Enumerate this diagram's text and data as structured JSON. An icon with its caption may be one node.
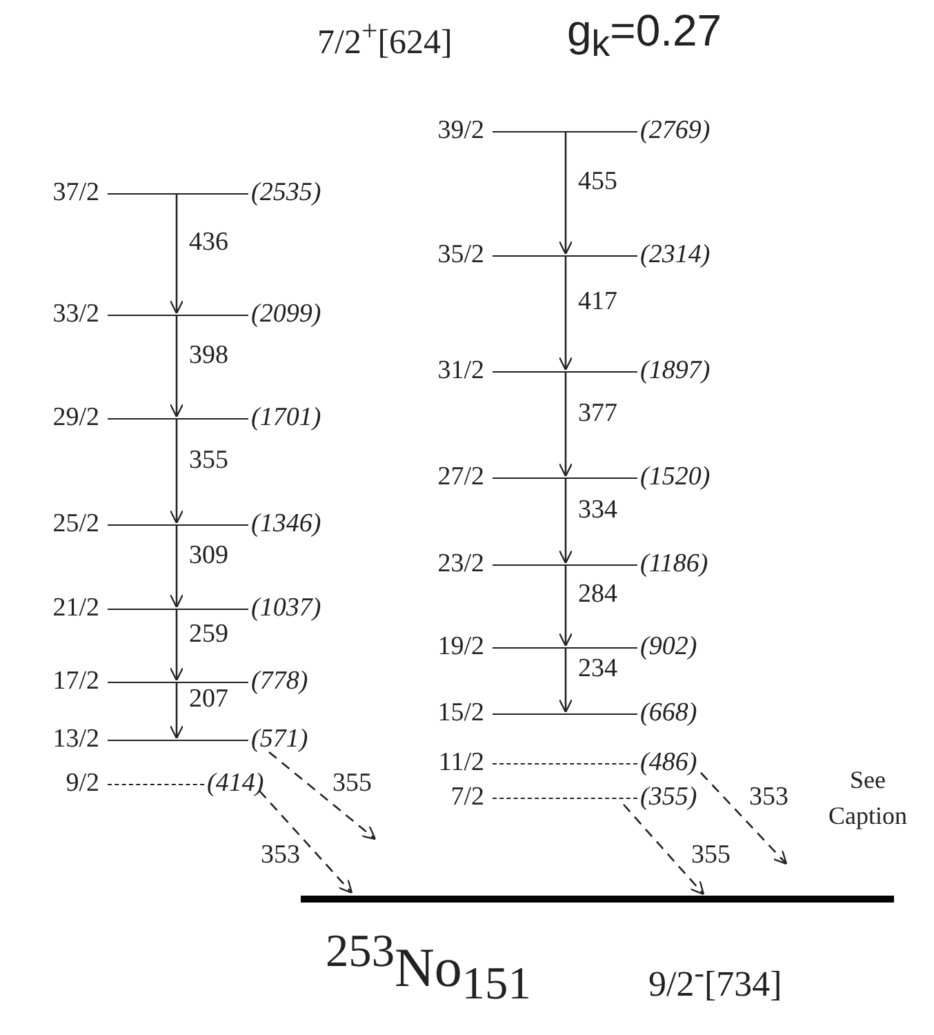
{
  "diagram": {
    "nodes": [
      {
        "text": [
          "37/2",
          "(2535)"
        ]
      },
      {
        "text": [
          "33/2",
          "(2099)"
        ]
      },
      {
        "text": [
          "29/2",
          "(1701)"
        ]
      },
      {
        "text": [
          "25/2",
          "(1346)"
        ]
      },
      {
        "text": [
          "21/2",
          "(1037)"
        ]
      },
      {
        "text": [
          "17/2",
          "(778)"
        ]
      },
      {
        "text": [
          "13/2",
          "(571)"
        ]
      },
      {
        "text": [
          "9/2",
          "(414)"
        ]
      },
      {
        "text": [
          "39/2",
          "(2769)"
        ]
      },
      {
        "text": [
          "35/2",
          "(2314)"
        ]
      },
      {
        "text": [
          "31/2",
          "(1897)"
        ]
      },
      {
        "text": [
          "27/2",
          "(1520)"
        ]
      },
      {
        "text": [
          "23/2",
          "(1186)"
        ]
      },
      {
        "text": [
          "19/2",
          "(902)"
        ]
      },
      {
        "text": [
          "15/2",
          "(668)"
        ]
      },
      {
        "text": [
          "11/2",
          "(486)"
        ]
      },
      {
        "text": [
          "7/2",
          "(355)"
        ]
      },
      {
        "text": [
          "$^{253}$No$_{151}$",
          "9/2$^{-}$[734]"
        ]
      }
    ],
    "edges": [
      {
        "from": 0,
        "to": 1,
        "arrow": "to",
        "label": "436"
      },
      {
        "from": 1,
        "to": 2,
        "arrow": "to",
        "label": "398"
      },
      {
        "from": 2,
        "to": 3,
        "arrow": "to",
        "label": "355"
      },
      {
        "from": 3,
        "to": 4,
        "arrow": "to",
        "label": "309"
      },
      {
        "from": 4,
        "to": 5,
        "arrow": "to",
        "label": "259"
      },
      {
        "from": 5,
        "to": 6,
        "arrow": "to",
        "label": "207"
      },
      {
        "from": 8,
        "to": 9,
        "arrow": "to",
        "label": "455"
      },
      {
        "from": 9,
        "to": 10,
        "arrow": "to",
        "label": "417"
      },
      {
        "from": 10,
        "to": 11,
        "arrow": "to",
        "label": "377"
      },
      {
        "from": 11,
        "to": 12,
        "arrow": "to",
        "label": "334"
      },
      {
        "from": 12,
        "to": 13,
        "arrow": "to",
        "label": "284"
      },
      {
        "from": 13,
        "to": 14,
        "arrow": "to",
        "label": "234"
      },
      {
        "from": 6,
        "to": null,
        "arrow": "to",
        "label": "355",
        "style": "dashed"
      },
      {
        "from": 7,
        "to": 17,
        "arrow": "to",
        "label": "353",
        "style": "dashed"
      },
      {
        "from": 16,
        "to": 17,
        "arrow": "to",
        "label": "355",
        "style": "dashed"
      },
      {
        "from": 15,
        "to": 17,
        "arrow": "to",
        "label": "353",
        "style": "dashed"
      }
    ],
    "labels": [
      "7/2$^{+}$[624]",
      "g$_{k}$=0.27",
      "See Caption"
    ]
  }
}
